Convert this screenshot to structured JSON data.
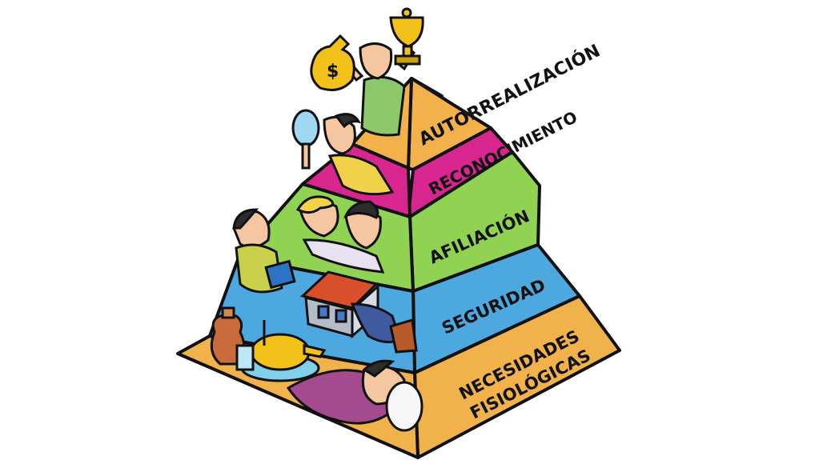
{
  "diagram": {
    "type": "pyramid",
    "levels": [
      {
        "name": "AUTORREALIZACIÓN",
        "color": "#f4b14c"
      },
      {
        "name": "RECONOCIMIENTO",
        "color": "#d9268f"
      },
      {
        "name": "AFILIACIÓN",
        "color": "#8fd14f"
      },
      {
        "name": "SEGURIDAD",
        "color": "#4aa6df"
      },
      {
        "name_line1": "NECESIDADES",
        "name_line2": "FISIOLÓGICAS",
        "color": "#f2b24b"
      }
    ],
    "illustrations": {
      "money_bag_symbol": "$"
    }
  }
}
